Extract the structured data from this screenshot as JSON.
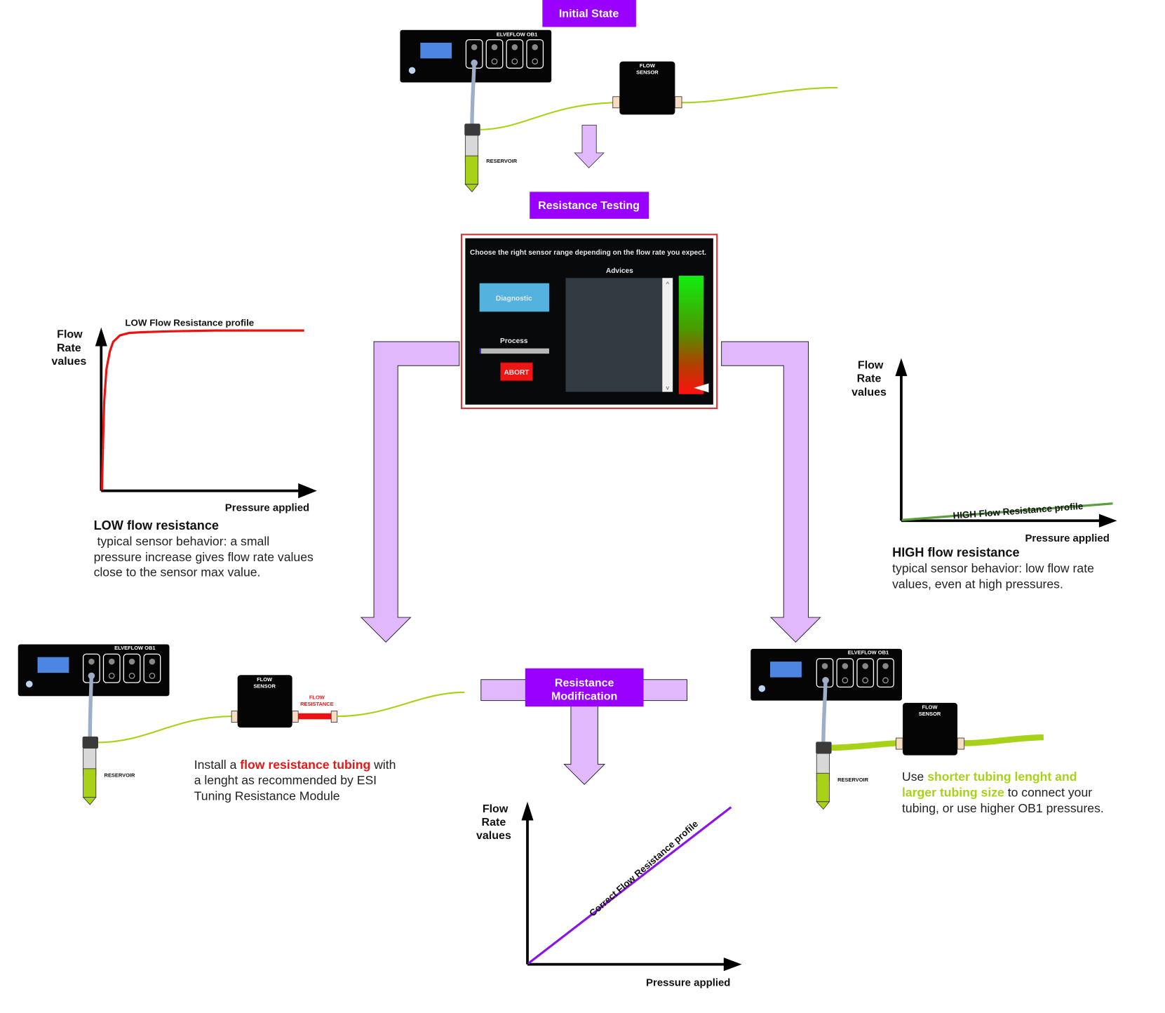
{
  "colors": {
    "step_box": "#9a00ff",
    "arrow_fill": "#e0b8fb",
    "tubing_green": "#a8d218",
    "low_profile": "#ee1111",
    "high_profile": "#5aa040",
    "correct_profile": "#8a14e8",
    "highlight_red": "#e21a1a",
    "highlight_green": "#a8d218"
  },
  "steps": {
    "initial": "Initial State",
    "testing": "Resistance Testing",
    "modification_line1": "Resistance",
    "modification_line2": "Modification"
  },
  "devices": {
    "ob1_label": "ELVEFLOW OB1",
    "sensor_line1": "FLOW",
    "sensor_line2": "SENSOR",
    "reservoir": "RESERVOIR",
    "resistance_line1": "FLOW",
    "resistance_line2": "RESISTANCE"
  },
  "software_panel": {
    "instruction": "Choose the right sensor range depending on the flow rate you expect.",
    "advices_label": "Advices",
    "diagnostic_button": "Diagnostic",
    "process_label": "Process",
    "process_progress": 0.02,
    "abort_button": "ABORT",
    "scroll_up": "^",
    "scroll_down": "v",
    "gauge_level": 0.04
  },
  "low_section": {
    "heading": "LOW flow resistance",
    "lines": [
      " typical sensor behavior: a small",
      "pressure increase gives flow rate values",
      "close to the sensor max value."
    ]
  },
  "high_section": {
    "heading": "HIGH flow resistance",
    "lines": [
      "typical sensor behavior: low flow rate",
      "values, even at high pressures."
    ]
  },
  "install_note": {
    "pre": "Install a ",
    "highlight": "flow resistance tubing",
    "post": " with",
    "line2": "a lenght as recommended by ESI",
    "line3": "Tuning Resistance Module"
  },
  "tubing_note": {
    "pre": "Use ",
    "highlight1": "shorter tubing lenght and",
    "highlight2": "larger tubing size",
    "post2": " to connect your",
    "line3": "tubing, or use higher OB1 pressures."
  },
  "chart_data": [
    {
      "type": "line",
      "title": "LOW Flow Resistance profile",
      "ylabel_lines": [
        "Flow",
        "Rate",
        "values"
      ],
      "xlabel": "Pressure applied",
      "xlim": [
        0,
        1
      ],
      "ylim": [
        0,
        1
      ],
      "x": [
        0,
        0.005,
        0.01,
        0.02,
        0.035,
        0.05,
        0.08,
        0.12,
        0.18,
        0.3,
        0.5,
        0.7,
        0.9
      ],
      "y": [
        0,
        0.3,
        0.55,
        0.75,
        0.86,
        0.92,
        0.96,
        0.975,
        0.98,
        0.985,
        0.99,
        0.99,
        0.99
      ],
      "grid": false
    },
    {
      "type": "line",
      "title": "HIGH Flow Resistance profile",
      "ylabel_lines": [
        "Flow",
        "Rate",
        "values"
      ],
      "xlabel": "Pressure applied",
      "xlim": [
        0,
        1
      ],
      "ylim": [
        0,
        1
      ],
      "x": [
        0,
        0.97
      ],
      "y": [
        0,
        0.11
      ],
      "grid": false
    },
    {
      "type": "line",
      "title": "Correct Flow Resistance profile",
      "ylabel_lines": [
        "Flow",
        "Rate",
        "values"
      ],
      "xlabel": "Pressure applied",
      "xlim": [
        0,
        1
      ],
      "ylim": [
        0,
        1
      ],
      "x": [
        0,
        0.95
      ],
      "y": [
        0,
        0.94
      ],
      "grid": false
    }
  ]
}
